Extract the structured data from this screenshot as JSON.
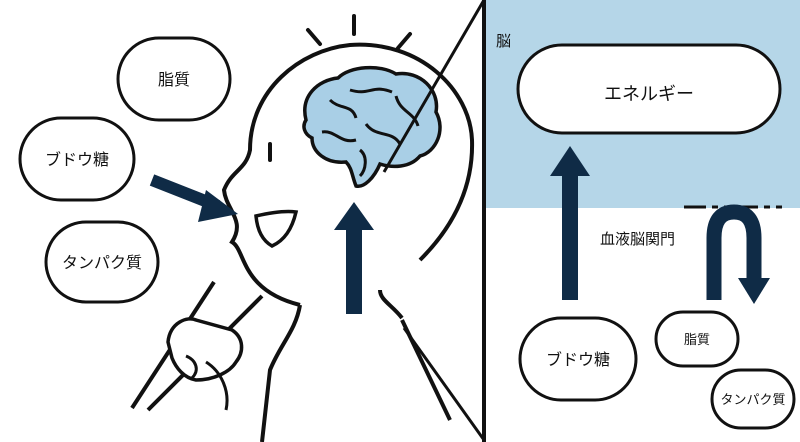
{
  "left": {
    "nutrients": {
      "fat": "脂質",
      "glucose": "ブドウ糖",
      "protein": "タンパク質"
    }
  },
  "right": {
    "brain_label": "脳",
    "energy_label": "エネルギー",
    "bbb_label": "血液脳関門",
    "nutrients": {
      "glucose": "ブドウ糖",
      "fat": "脂質",
      "protein": "タンパク質"
    }
  },
  "colors": {
    "brain_fill": "#a9cfe6",
    "brain_area": "#b5d6e8",
    "arrow": "#0f2b46",
    "stroke": "#111111"
  }
}
